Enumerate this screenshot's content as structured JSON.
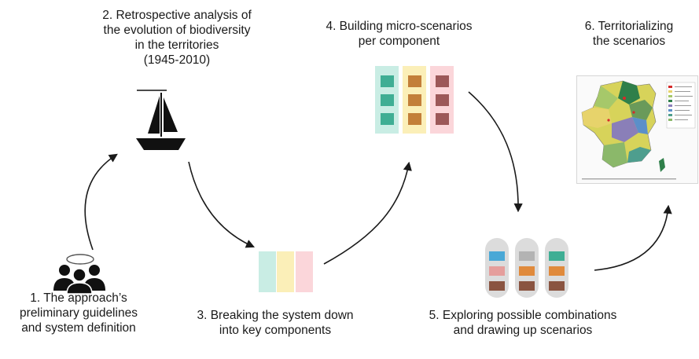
{
  "steps": [
    {
      "id": "step-1",
      "lines": [
        "1. The approach’s",
        "preliminary guidelines",
        "and system definition"
      ]
    },
    {
      "id": "step-2",
      "lines": [
        "2. Retrospective analysis of",
        "the evolution of biodiversity",
        "in the territories",
        "(1945-2010)"
      ]
    },
    {
      "id": "step-3",
      "lines": [
        "3. Breaking the system down",
        "into key components"
      ]
    },
    {
      "id": "step-4",
      "lines": [
        "4. Building micro-scenarios",
        "per component"
      ]
    },
    {
      "id": "step-5",
      "lines": [
        "5. Exploring possible combinations",
        "and drawing up scenarios"
      ]
    },
    {
      "id": "step-6",
      "lines": [
        "6. Territorializing",
        "the scenarios"
      ]
    }
  ],
  "icons": {
    "step1": "people-group-icon",
    "step2": "sailboat-icon",
    "step3": "component-bars-icon",
    "step4": "micro-scenario-grid-icon",
    "step5": "scenario-capsules-icon",
    "step6": "france-map-thumbnail"
  },
  "colors": {
    "mint": "#c9ede4",
    "butter": "#fbefb8",
    "blush": "#fbd6da",
    "teal": "#3fae94",
    "ochre": "#c37f39",
    "mauve": "#9c5859",
    "sky": "#4aa8d6",
    "pink": "#e59e9c",
    "grey": "#b3b3b3",
    "orange": "#e08a3c",
    "brown": "#8a5441",
    "arrow": "#1a1a1a"
  }
}
